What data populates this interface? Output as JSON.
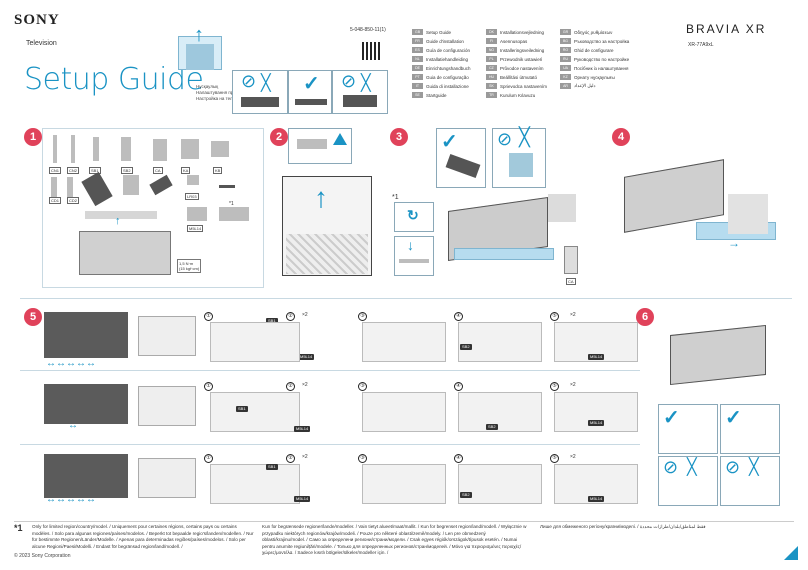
{
  "header": {
    "brand": "SONY",
    "product": "Television",
    "title": "Setup Guide",
    "subtitle_lines": [
      "Нүсқаулық",
      "Налаштування продукту",
      "Настройка на телевизора"
    ],
    "part_number": "5-048-850-11(1)",
    "series_brand": "BRAVIA XR",
    "model": "XR-77A9xL"
  },
  "languages": [
    {
      "code": "GB",
      "name": "Setup Guide"
    },
    {
      "code": "FR",
      "name": "Guide d'installation"
    },
    {
      "code": "ES",
      "name": "Guía de configuración"
    },
    {
      "code": "NL",
      "name": "Installatiehandleiding"
    },
    {
      "code": "DE",
      "name": "Einrichtungshandbuch"
    },
    {
      "code": "PT",
      "name": "Guia de configuração"
    },
    {
      "code": "IT",
      "name": "Guida di installazione"
    },
    {
      "code": "SE",
      "name": "Startguide"
    },
    {
      "code": "DK",
      "name": "Installationsvejledning"
    },
    {
      "code": "FI",
      "name": "Asennusopas"
    },
    {
      "code": "NO",
      "name": "Installeringsveiledning"
    },
    {
      "code": "PL",
      "name": "Przewodnik ustawień"
    },
    {
      "code": "CZ",
      "name": "Průvodce nastavením"
    },
    {
      "code": "HU",
      "name": "Beállítási útmutató"
    },
    {
      "code": "SK",
      "name": "Sprievodca nastavením"
    },
    {
      "code": "TR",
      "name": "Kurulum Kılavuzu"
    },
    {
      "code": "GR",
      "name": "Οδηγός ρυθμίσεων"
    },
    {
      "code": "BG",
      "name": "Ръководство за настройка"
    },
    {
      "code": "RO",
      "name": "Ghid de configurare"
    },
    {
      "code": "RU",
      "name": "Руководство по настройке"
    },
    {
      "code": "UA",
      "name": "Посібник із налаштування"
    },
    {
      "code": "KZ",
      "name": "Орнату нұсқаулығы"
    },
    {
      "code": "AR",
      "name": "دليل الإعداد"
    }
  ],
  "steps": [
    "1",
    "2",
    "3",
    "4",
    "5",
    "6"
  ],
  "parts": [
    "CN1",
    "CN2",
    "SB1",
    "SB2",
    "CA",
    "KA",
    "KB",
    "CD1",
    "CD2",
    "LR03",
    "M5L14"
  ],
  "torque": "1,5 N·m\n(15 kgf·cm)",
  "note_marker": "*1",
  "sub_steps": [
    "①",
    "②",
    "③",
    "④",
    "⑤"
  ],
  "times": "×2",
  "footer": {
    "note_star": "*1",
    "col1": "Only for limited region/country/model. / Uniquement pour certaines régions, certains pays ou certains modèles. / Solo para algunas regiones/países/modelos. / Beperkt tot bepaalde regio's/landen/modellen. / Nur für bestimmte Regionen/Länder/Modelle. / Apenas para determinadas regiões/países/modelos. / Solo per alcune Regioni/Paesi/Modelli. / Endast för begränsad region/land/modell. /",
    "col2": "Kun for begrænsede regioner/lande/modeller. / Vain tietyt alueet/maat/mallit. / Kun for begrenset region/land/modell. / Wyłącznie w przypadku niektórych regionów/krajów/modeli. / Pouze pro některé oblasti/země/modely. / Len pre obmedzený oblasti/krajinu/model. / Само за определени региони/страни/модели. / Csak egyes régiók/országok/típusok esetén. / Numai pentru anumite regiuni/țări/modele. / Только для определенных регионов/стран/моделей. / Μόνο για περιορισμένες περιοχές/χώρες/μοντέλα. / Sadece kısıtlı bölgeler/ülkeler/modeller için. /",
    "col3": "Лише для обмеженого регіону/країни/моделі. / فقط لمناطق/بلدان/طرازات محددة",
    "copyright": "© 2023 Sony Corporation"
  }
}
